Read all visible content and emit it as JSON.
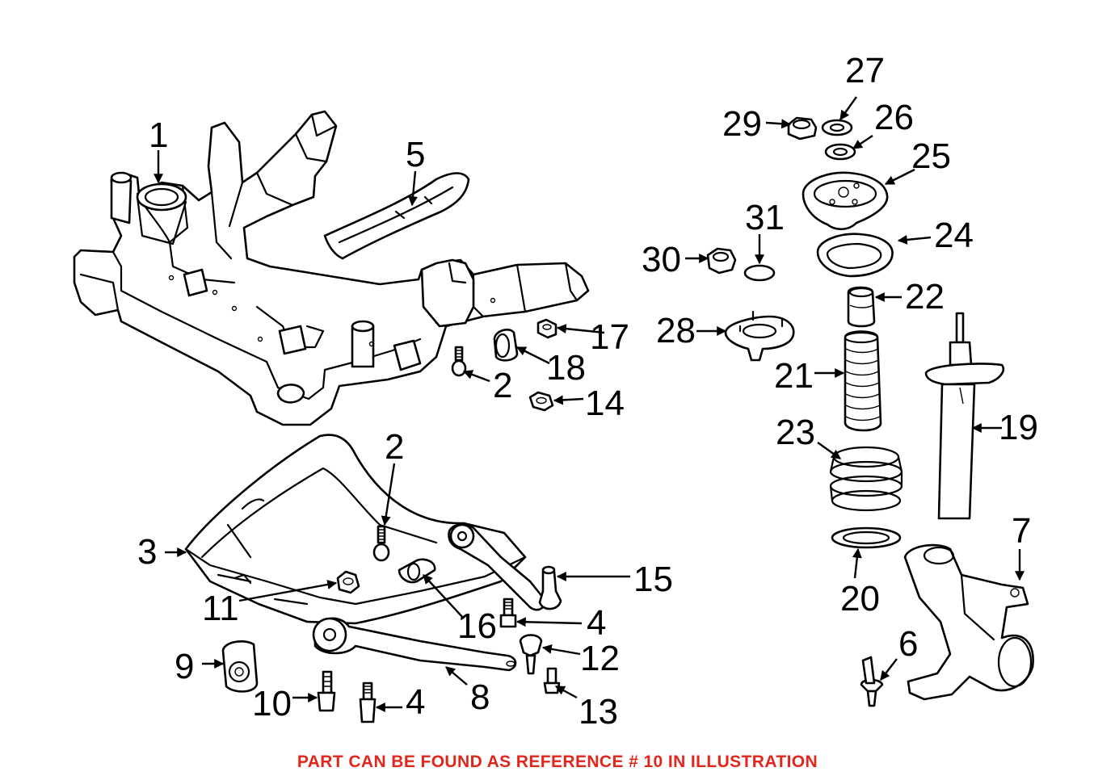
{
  "callouts": [
    "1",
    "2",
    "3",
    "4",
    "5",
    "6",
    "7",
    "8",
    "9",
    "10",
    "11",
    "12",
    "13",
    "14",
    "15",
    "16",
    "17",
    "18",
    "19",
    "20",
    "21",
    "22",
    "23",
    "24",
    "25",
    "26",
    "27",
    "28",
    "29",
    "30",
    "31"
  ],
  "callouts_repeat": {
    "second_2": "2",
    "second_4": "4"
  },
  "footer_note": "PART CAN BE FOUND AS REFERENCE # 10 IN ILLUSTRATION",
  "colors": {
    "note": "#e1261c",
    "line": "#000000",
    "background": "#ffffff"
  }
}
